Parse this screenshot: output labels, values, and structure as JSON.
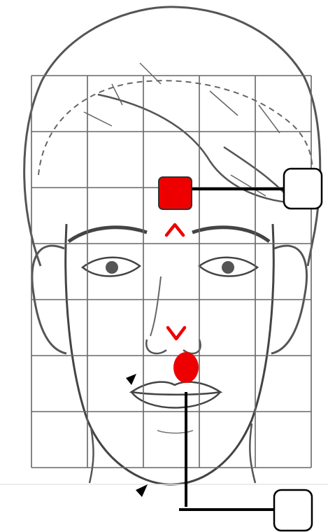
{
  "figure": {
    "subject": "face-proportion-grid",
    "colors": {
      "sketch": "#555555",
      "grid": "#666666",
      "marker": "#ee0000",
      "callout_line": "#000000",
      "callout_box_fill": "#ffffff"
    },
    "markers": [
      {
        "id": "forehead-square-marker",
        "shape": "rounded-square"
      },
      {
        "id": "nose-tip-oval-marker",
        "shape": "ellipse"
      },
      {
        "id": "brow-caret-up",
        "shape": "caret-up"
      },
      {
        "id": "nose-caret-down",
        "shape": "caret-down"
      }
    ],
    "callout_boxes": [
      {
        "id": "top-answer-box",
        "label": ""
      },
      {
        "id": "bottom-answer-box",
        "label": ""
      }
    ],
    "pointer_arrows": [
      {
        "id": "cheek-pointer-arrow",
        "icon": "triangle-arrow-icon"
      },
      {
        "id": "chin-pointer-arrow",
        "icon": "triangle-arrow-icon"
      }
    ]
  }
}
